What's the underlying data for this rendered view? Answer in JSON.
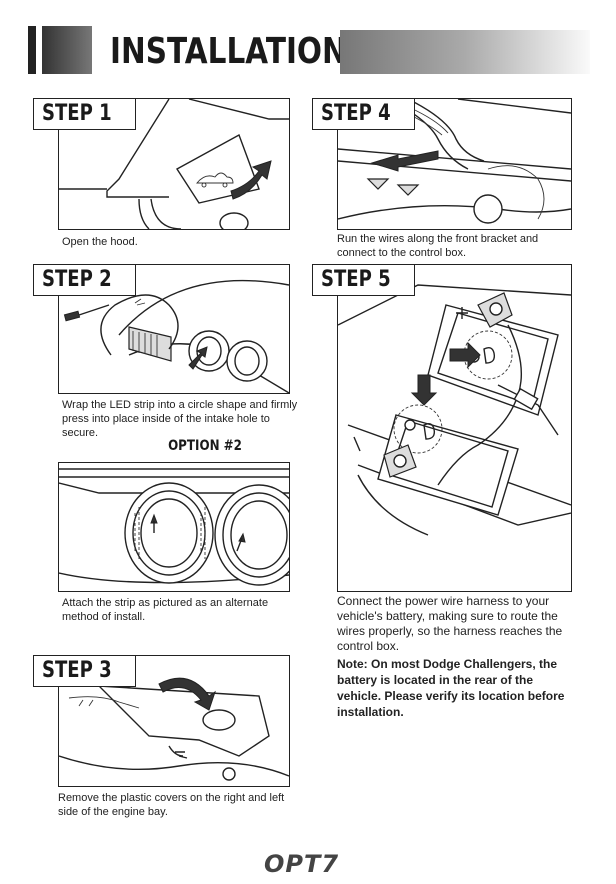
{
  "header": {
    "title": "INSTALLATION"
  },
  "steps": {
    "step1": {
      "label": "STEP 1",
      "caption": "Open the hood."
    },
    "step2": {
      "label": "STEP 2",
      "caption": "Wrap the LED strip into a circle shape and firmly press into place inside of the intake hole to secure."
    },
    "option2": {
      "label": "OPTION #2",
      "caption": "Attach the strip as pictured as an alternate method of install."
    },
    "step3": {
      "label": "STEP 3",
      "caption": "Remove the plastic covers on the right and left side of the engine bay."
    },
    "step4": {
      "label": "STEP 4",
      "caption": "Run the wires along the front bracket and connect to the control box."
    },
    "step5": {
      "label": "STEP 5",
      "caption": "Connect the power wire harness to your vehicle's battery, making sure to route the wires properly, so the harness reaches the control box."
    }
  },
  "note": "Note: On most Dodge Challengers, the battery is located in the rear of the vehicle. Please verify its location before installation.",
  "footer": {
    "logo": "OPT7"
  },
  "icons": [
    "hood-open-icon",
    "arrow-icon",
    "battery-plus-icon",
    "battery-minus-icon"
  ]
}
